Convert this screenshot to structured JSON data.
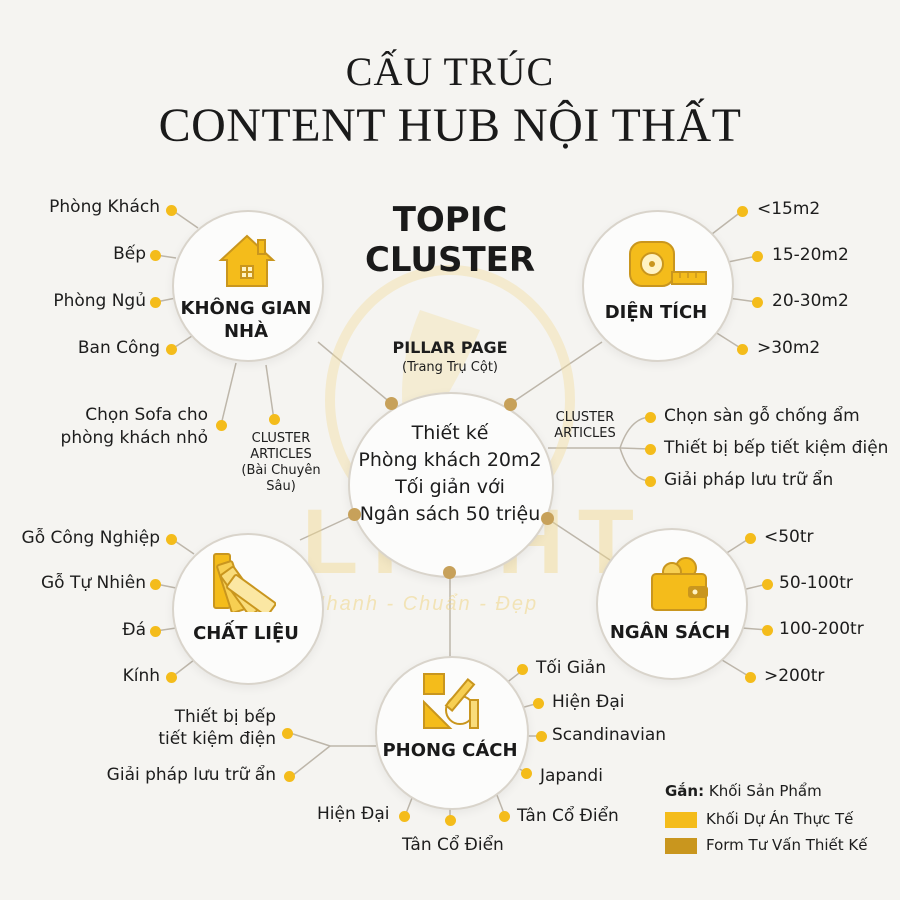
{
  "title": {
    "line1": "CẤU TRÚC",
    "line2": "CONTENT HUB NỘI THẤT"
  },
  "topic_cluster": {
    "line1": "TOPIC",
    "line2": "CLUSTER"
  },
  "pillar": {
    "label": "PILLAR PAGE",
    "sublabel": "(Trang Trụ Cột)",
    "lines": [
      "Thiết kế",
      "Phòng khách 20m2",
      "Tối giản với",
      "Ngân sách 50 triệu"
    ]
  },
  "cluster_articles_left": {
    "label_line1": "CLUSTER",
    "label_line2": "ARTICLES",
    "sub": "(Bài Chuyên Sâu)"
  },
  "cluster_articles_right": {
    "label_line1": "CLUSTER",
    "label_line2": "ARTICLES"
  },
  "hubs": {
    "khong_gian": {
      "label_line1": "KHÔNG GIAN",
      "label_line2": "NHÀ",
      "icon": "house-icon",
      "items": [
        "Phòng Khách",
        "Bếp",
        "Phòng Ngủ",
        "Ban Công"
      ],
      "articles": [
        "Chọn Sofa cho",
        "phòng khách nhỏ"
      ]
    },
    "dien_tich": {
      "label": "DIỆN TÍCH",
      "icon": "tape-measure-icon",
      "items": [
        "<15m2",
        "15-20m2",
        "20-30m2",
        ">30m2"
      ]
    },
    "chat_lieu": {
      "label": "CHẤT LIỆU",
      "icon": "swatch-icon",
      "items": [
        "Gỗ Công Nghiệp",
        "Gỗ Tự Nhiên",
        "Đá",
        "Kính"
      ]
    },
    "ngan_sach": {
      "label": "NGÂN SÁCH",
      "icon": "wallet-icon",
      "items": [
        "<50tr",
        "50-100tr",
        "100-200tr",
        ">200tr"
      ]
    },
    "phong_cach": {
      "label": "PHONG CÁCH",
      "icon": "design-tools-icon",
      "items_right": [
        "Tối Giản",
        "Hiện Đại",
        "Scandinavian",
        "Japandi",
        "Tân Cổ Điển"
      ],
      "items_bottom": [
        "Hiện Đại",
        "Tân Cổ Điển"
      ],
      "items_left": [
        [
          "Thiết bị bếp",
          "tiết kiệm điện"
        ],
        "Giải pháp lưu trữ ẩn"
      ]
    }
  },
  "right_articles": [
    "Chọn sàn gỗ chống ẩm",
    "Thiết bị bếp tiết kiệm điện",
    "Giải pháp lưu trữ ẩn"
  ],
  "watermark": {
    "brand": "LIGHT",
    "slogan": "Nhanh - Chuẩn - Đẹp"
  },
  "legend": {
    "title_bold": "Gắn:",
    "title_rest": " Khối Sản Phẩm",
    "items": [
      {
        "label": "Khối Dự Án Thực Tế",
        "color": "#f4bc1b"
      },
      {
        "label": "Form Tư Vấn Thiết Kế",
        "color": "#c9961e"
      }
    ]
  },
  "colors": {
    "accent": "#f4bc1b",
    "connector": "#c7a15a",
    "line": "#b9b2a6"
  }
}
